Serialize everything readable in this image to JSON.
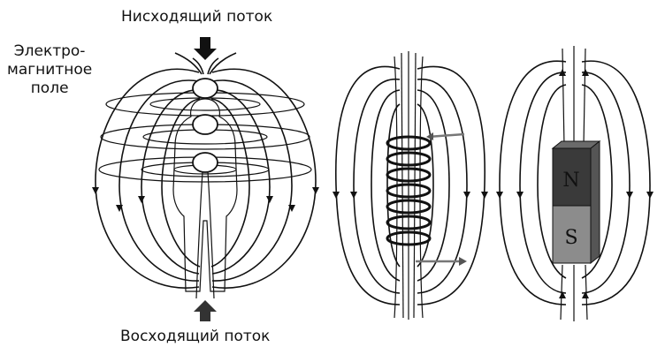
{
  "labels": {
    "downward_flow": "Нисходящий поток",
    "upward_flow": "Восходящий поток",
    "field_line1": "Электро-",
    "field_line2": "магнитное",
    "field_line3": "поле"
  },
  "magnet": {
    "north": "N",
    "south": "S",
    "north_color": "#3a3a3a",
    "south_color": "#8c8c8c"
  },
  "colors": {
    "line": "#111111",
    "wire": "#777777",
    "arrow_marker": "#333333"
  }
}
